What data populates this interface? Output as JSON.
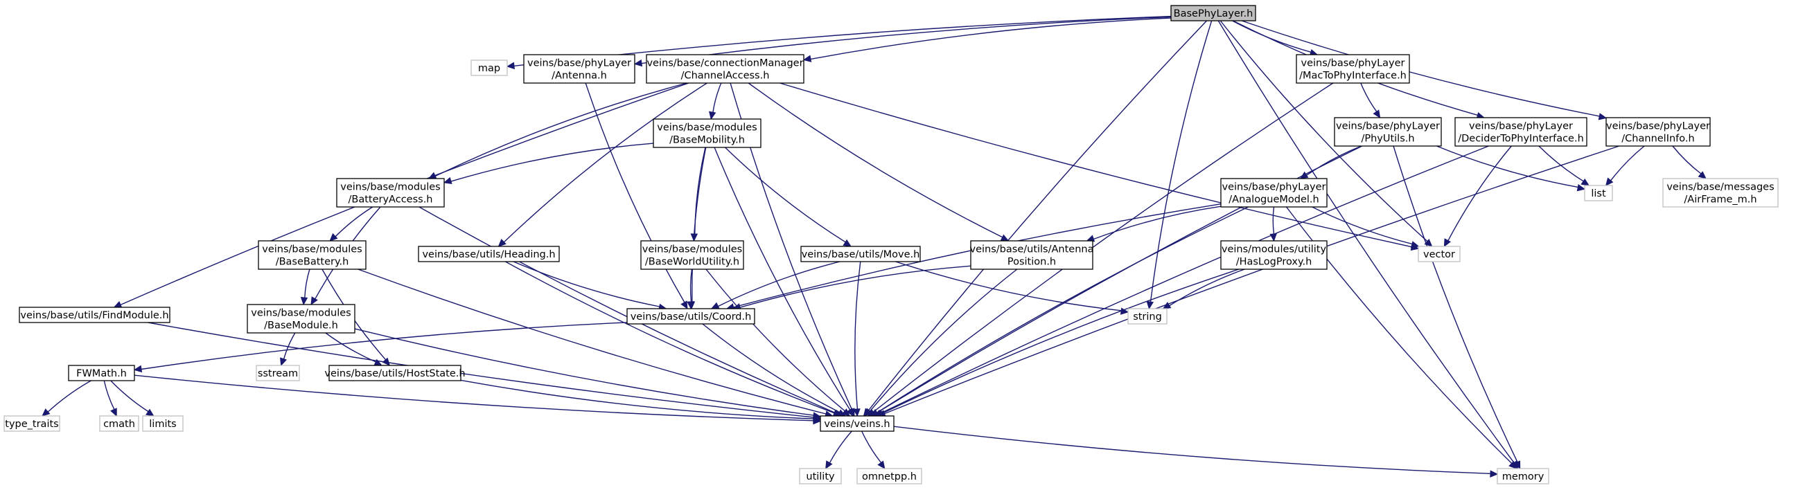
{
  "colors": {
    "edge": "#191970",
    "root_fill": "#bfbfbf",
    "project_border": "#000000",
    "system_border": "#bfbfbf",
    "system_text": "#404040",
    "background": "#ffffff"
  },
  "nodes": [
    {
      "id": "root",
      "kind": "root",
      "lines": [
        "BasePhyLayer.h"
      ]
    },
    {
      "id": "map",
      "kind": "system",
      "lines": [
        "map"
      ]
    },
    {
      "id": "antenna",
      "kind": "project",
      "lines": [
        "veins/base/phyLayer",
        "/Antenna.h"
      ]
    },
    {
      "id": "channelaccess",
      "kind": "project",
      "lines": [
        "veins/base/connectionManager",
        "/ChannelAccess.h"
      ]
    },
    {
      "id": "mactophy",
      "kind": "project",
      "lines": [
        "veins/base/phyLayer",
        "/MacToPhyInterface.h"
      ]
    },
    {
      "id": "phyutils",
      "kind": "project",
      "lines": [
        "veins/base/phyLayer",
        "/PhyUtils.h"
      ]
    },
    {
      "id": "decidertophy",
      "kind": "project",
      "lines": [
        "veins/base/phyLayer",
        "/DeciderToPhyInterface.h"
      ]
    },
    {
      "id": "channelinfo",
      "kind": "project",
      "lines": [
        "veins/base/phyLayer",
        "/ChannelInfo.h"
      ]
    },
    {
      "id": "list",
      "kind": "system",
      "lines": [
        "list"
      ]
    },
    {
      "id": "airframe",
      "kind": "system",
      "lines": [
        "veins/base/messages",
        "/AirFrame_m.h"
      ]
    },
    {
      "id": "analoguemodel",
      "kind": "project",
      "lines": [
        "veins/base/phyLayer",
        "/AnalogueModel.h"
      ]
    },
    {
      "id": "basemobility",
      "kind": "project",
      "lines": [
        "veins/base/modules",
        "/BaseMobility.h"
      ]
    },
    {
      "id": "batteryaccess",
      "kind": "project",
      "lines": [
        "veins/base/modules",
        "/BatteryAccess.h"
      ]
    },
    {
      "id": "basebattery",
      "kind": "project",
      "lines": [
        "veins/base/modules",
        "/BaseBattery.h"
      ]
    },
    {
      "id": "basemodule",
      "kind": "project",
      "lines": [
        "veins/base/modules",
        "/BaseModule.h"
      ]
    },
    {
      "id": "heading",
      "kind": "project",
      "lines": [
        "veins/base/utils/Heading.h"
      ]
    },
    {
      "id": "baseworldutility",
      "kind": "project",
      "lines": [
        "veins/base/modules",
        "/BaseWorldUtility.h"
      ]
    },
    {
      "id": "move",
      "kind": "project",
      "lines": [
        "veins/base/utils/Move.h"
      ]
    },
    {
      "id": "antennaposition",
      "kind": "project",
      "lines": [
        "veins/base/utils/Antenna",
        "Position.h"
      ]
    },
    {
      "id": "haslogproxy",
      "kind": "project",
      "lines": [
        "veins/modules/utility",
        "/HasLogProxy.h"
      ]
    },
    {
      "id": "vector",
      "kind": "system",
      "lines": [
        "vector"
      ]
    },
    {
      "id": "string",
      "kind": "system",
      "lines": [
        "string"
      ]
    },
    {
      "id": "coord",
      "kind": "project",
      "lines": [
        "veins/base/utils/Coord.h"
      ]
    },
    {
      "id": "findmodule",
      "kind": "project",
      "lines": [
        "veins/base/utils/FindModule.h"
      ]
    },
    {
      "id": "fwmath",
      "kind": "project",
      "lines": [
        "FWMath.h"
      ]
    },
    {
      "id": "hoststate",
      "kind": "project",
      "lines": [
        "veins/base/utils/HostState.h"
      ]
    },
    {
      "id": "sstream",
      "kind": "system",
      "lines": [
        "sstream"
      ]
    },
    {
      "id": "veins",
      "kind": "project",
      "lines": [
        "veins/veins.h"
      ]
    },
    {
      "id": "type_traits",
      "kind": "system",
      "lines": [
        "type_traits"
      ]
    },
    {
      "id": "cmath",
      "kind": "system",
      "lines": [
        "cmath"
      ]
    },
    {
      "id": "limits",
      "kind": "system",
      "lines": [
        "limits"
      ]
    },
    {
      "id": "utility",
      "kind": "system",
      "lines": [
        "utility"
      ]
    },
    {
      "id": "omnetpp",
      "kind": "system",
      "lines": [
        "omnetpp.h"
      ]
    },
    {
      "id": "memory",
      "kind": "system",
      "lines": [
        "memory"
      ]
    }
  ],
  "edges": [
    [
      "root",
      "map"
    ],
    [
      "root",
      "antenna"
    ],
    [
      "root",
      "channelaccess"
    ],
    [
      "root",
      "mactophy"
    ],
    [
      "root",
      "decidertophy"
    ],
    [
      "root",
      "channelinfo"
    ],
    [
      "root",
      "vector"
    ],
    [
      "root",
      "string"
    ],
    [
      "root",
      "veins"
    ],
    [
      "root",
      "memory"
    ],
    [
      "antenna",
      "coord"
    ],
    [
      "channelaccess",
      "basemobility"
    ],
    [
      "channelaccess",
      "batteryaccess"
    ],
    [
      "channelaccess",
      "heading"
    ],
    [
      "channelaccess",
      "antennaposition"
    ],
    [
      "channelaccess",
      "findmodule"
    ],
    [
      "channelaccess",
      "vector"
    ],
    [
      "channelaccess",
      "veins"
    ],
    [
      "mactophy",
      "phyutils"
    ],
    [
      "mactophy",
      "veins"
    ],
    [
      "phyutils",
      "analoguemodel"
    ],
    [
      "phyutils",
      "list"
    ],
    [
      "phyutils",
      "memory"
    ],
    [
      "phyutils",
      "veins"
    ],
    [
      "decidertophy",
      "list"
    ],
    [
      "decidertophy",
      "vector"
    ],
    [
      "decidertophy",
      "veins"
    ],
    [
      "channelinfo",
      "list"
    ],
    [
      "channelinfo",
      "airframe"
    ],
    [
      "channelinfo",
      "veins"
    ],
    [
      "analoguemodel",
      "antennaposition"
    ],
    [
      "analoguemodel",
      "haslogproxy"
    ],
    [
      "analoguemodel",
      "vector"
    ],
    [
      "analoguemodel",
      "memory"
    ],
    [
      "analoguemodel",
      "coord"
    ],
    [
      "analoguemodel",
      "veins"
    ],
    [
      "basemobility",
      "batteryaccess"
    ],
    [
      "basemobility",
      "baseworldutility"
    ],
    [
      "basemobility",
      "move"
    ],
    [
      "basemobility",
      "coord"
    ],
    [
      "basemobility",
      "veins"
    ],
    [
      "batteryaccess",
      "basebattery"
    ],
    [
      "batteryaccess",
      "basemodule"
    ],
    [
      "batteryaccess",
      "veins"
    ],
    [
      "basebattery",
      "basemodule"
    ],
    [
      "basebattery",
      "hoststate"
    ],
    [
      "basebattery",
      "veins"
    ],
    [
      "basemodule",
      "sstream"
    ],
    [
      "basemodule",
      "hoststate"
    ],
    [
      "basemodule",
      "veins"
    ],
    [
      "heading",
      "coord"
    ],
    [
      "heading",
      "veins"
    ],
    [
      "baseworldutility",
      "coord"
    ],
    [
      "baseworldutility",
      "veins"
    ],
    [
      "move",
      "coord"
    ],
    [
      "move",
      "string"
    ],
    [
      "move",
      "veins"
    ],
    [
      "antennaposition",
      "coord"
    ],
    [
      "antennaposition",
      "veins"
    ],
    [
      "haslogproxy",
      "string"
    ],
    [
      "haslogproxy",
      "veins"
    ],
    [
      "coord",
      "fwmath"
    ],
    [
      "coord",
      "veins"
    ],
    [
      "findmodule",
      "veins"
    ],
    [
      "fwmath",
      "type_traits"
    ],
    [
      "fwmath",
      "cmath"
    ],
    [
      "fwmath",
      "limits"
    ],
    [
      "fwmath",
      "veins"
    ],
    [
      "hoststate",
      "veins"
    ],
    [
      "veins",
      "utility"
    ],
    [
      "veins",
      "omnetpp"
    ],
    [
      "veins",
      "memory"
    ]
  ]
}
